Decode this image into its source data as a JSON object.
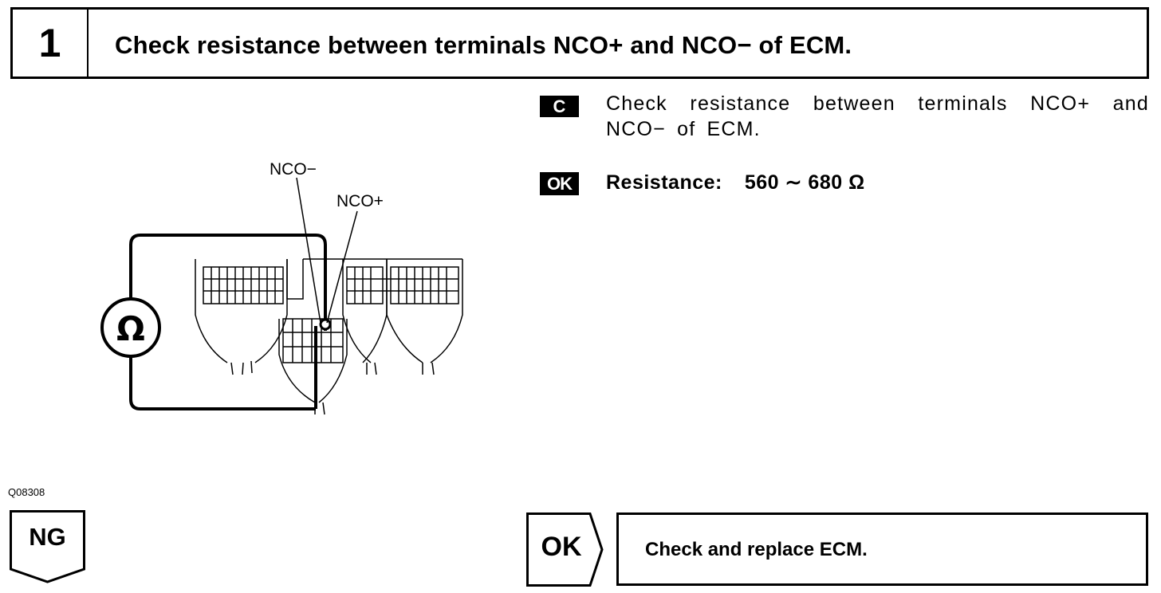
{
  "step": {
    "number": "1",
    "title": "Check resistance between terminals NCO+ and NCO− of ECM."
  },
  "diagram": {
    "label_neg": "NCO−",
    "label_pos": "NCO+",
    "meter_symbol": "Ω",
    "figure_code": "Q08308"
  },
  "instruction": {
    "badge": "C",
    "text": "Check resistance between terminals NCO+ and NCO− of ECM."
  },
  "spec": {
    "badge": "OK",
    "label": "Resistance:",
    "value": "560 ∼ 680 Ω"
  },
  "ng_result": {
    "label": "NG"
  },
  "ok_result": {
    "label": "OK",
    "action": "Check and replace ECM."
  }
}
